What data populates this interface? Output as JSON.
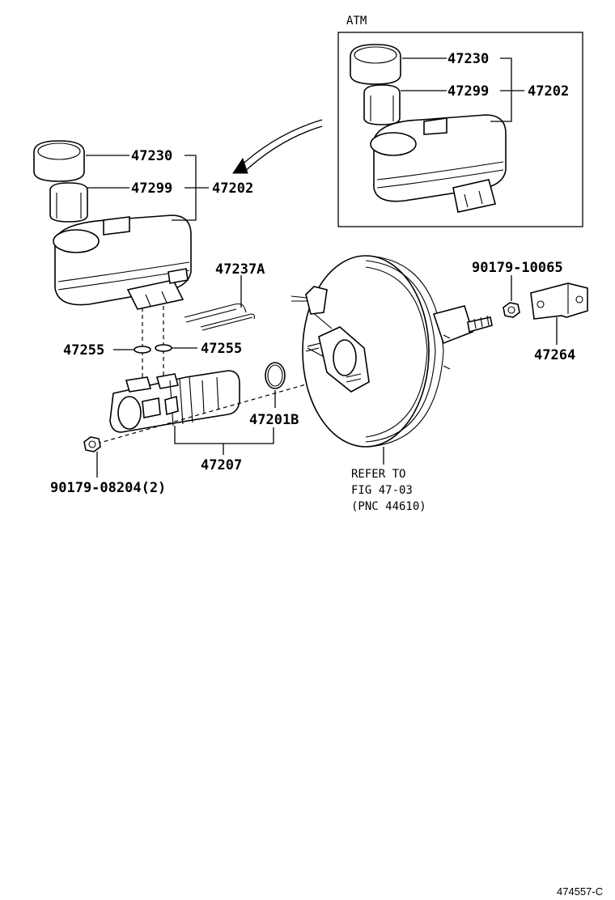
{
  "inset": {
    "title": "ATM"
  },
  "labels": {
    "main_cap": "47230",
    "main_strainer": "47299",
    "main_reservoir": "47202",
    "inset_cap": "47230",
    "inset_strainer": "47299",
    "inset_reservoir": "47202",
    "pin": "47237A",
    "grommet_left": "47255",
    "grommet_right": "47255",
    "oring": "47201B",
    "cylinder": "47207",
    "nut_left": "90179-08204(2)",
    "nut_right": "90179-10065",
    "bracket": "47264"
  },
  "reference": {
    "line1": "REFER TO",
    "line2": "FIG 47-03",
    "line3": "(PNC 44610)"
  },
  "footer": {
    "code": "474557-C"
  }
}
